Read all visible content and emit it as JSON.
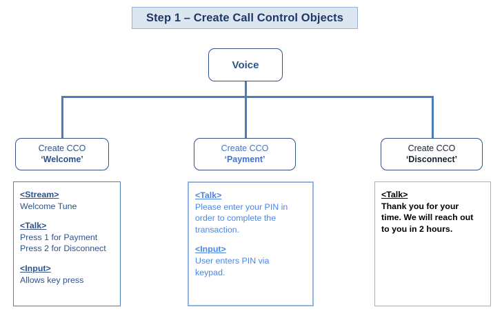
{
  "diagram": {
    "title": "Step 1 – Create Call Control Objects",
    "root": {
      "label": "Voice"
    },
    "branches": [
      {
        "id": "welcome",
        "kind": "Create CCO",
        "name": "‘Welcome’",
        "accent": "#2e5288",
        "detail": [
          {
            "tag": "<Stream>",
            "lines": [
              "Welcome Tune"
            ]
          },
          {
            "tag": "<Talk>",
            "lines": [
              "Press 1 for Payment",
              "Press 2 for Disconnect"
            ]
          },
          {
            "tag": "<Input>",
            "lines": [
              "Allows key press"
            ]
          }
        ]
      },
      {
        "id": "payment",
        "kind": "Create CCO",
        "name": "‘Payment’",
        "accent": "#4472c4",
        "detail": [
          {
            "tag": "<Talk>",
            "lines": [
              "Please enter your PIN in",
              "order to complete the",
              "transaction."
            ]
          },
          {
            "tag": "<Input>",
            "lines": [
              "User enters PIN via",
              "keypad."
            ]
          }
        ]
      },
      {
        "id": "disconnect",
        "kind": "Create CCO",
        "name": "‘Disconnect’",
        "accent": "#17202a",
        "detail": [
          {
            "tag": "<Talk>",
            "lines": [
              "Thank you for your",
              "time. We will reach out",
              "to you in 2 hours."
            ]
          }
        ]
      }
    ],
    "colors": {
      "banner_fill": "#dce6f1",
      "banner_border": "#95b3d7",
      "banner_text": "#1f3864",
      "connector": "#4a7ebb",
      "node_border": "#2e5288"
    }
  }
}
